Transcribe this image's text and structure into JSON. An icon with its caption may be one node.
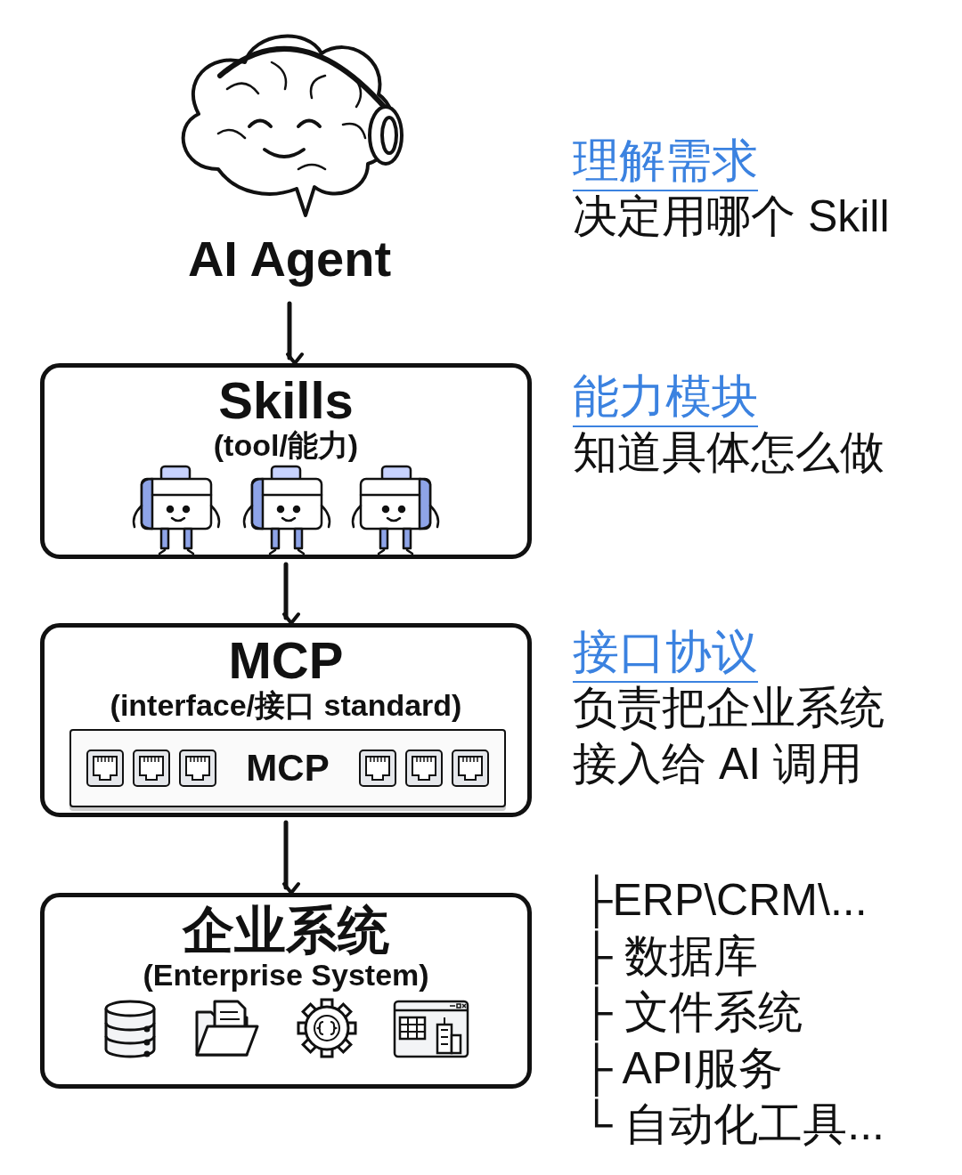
{
  "diagram": {
    "nodes": [
      {
        "text": [
          "AI Agent"
        ]
      },
      {
        "text": [
          "Skills",
          "(tool/能力)"
        ]
      },
      {
        "text": [
          "MCP",
          "(interface/接口 standard)"
        ]
      },
      {
        "text": [
          "MCP"
        ],
        "in": 2
      },
      {
        "text": [
          "企业系统",
          "(Enterprise System)"
        ]
      }
    ],
    "edges": [
      {
        "from": 0,
        "to": 1,
        "arrow": "to"
      },
      {
        "from": 1,
        "to": 2,
        "arrow": "to"
      },
      {
        "from": 2,
        "to": 4,
        "arrow": "to"
      }
    ],
    "labels": [
      "理解需求",
      "决定用哪个 Skill",
      "能力模块",
      "知道具体怎么做",
      "接口协议",
      "负责把企业系统接入给 AI 调用",
      "├ERP\\CRM\\...",
      "├ 数据库",
      "├ 文件系统",
      "├ API服务",
      "└ 自动化工具..."
    ]
  }
}
